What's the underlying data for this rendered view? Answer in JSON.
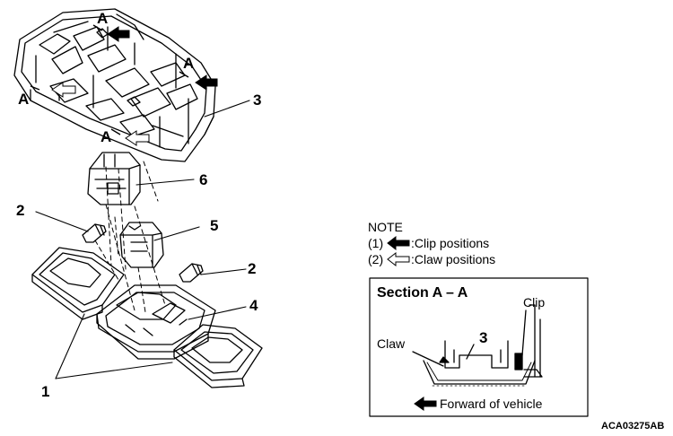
{
  "callouts": {
    "section_letter": "A",
    "part_1": "1",
    "part_2": "2",
    "part_3": "3",
    "part_4": "4",
    "part_5": "5",
    "part_6": "6"
  },
  "note": {
    "title": "NOTE",
    "item1_num": "(1)",
    "item1_text": ":Clip positions",
    "item2_num": "(2)",
    "item2_text": ":Claw positions"
  },
  "section": {
    "title": "Section A – A",
    "clip_label": "Clip",
    "claw_label": "Claw",
    "part_label": "3",
    "forward_label": "Forward of vehicle"
  },
  "figure_code": "ACA03275AB",
  "icons": {
    "clip_arrow": "filled-left-arrow-icon",
    "claw_arrow": "outline-left-arrow-icon"
  }
}
